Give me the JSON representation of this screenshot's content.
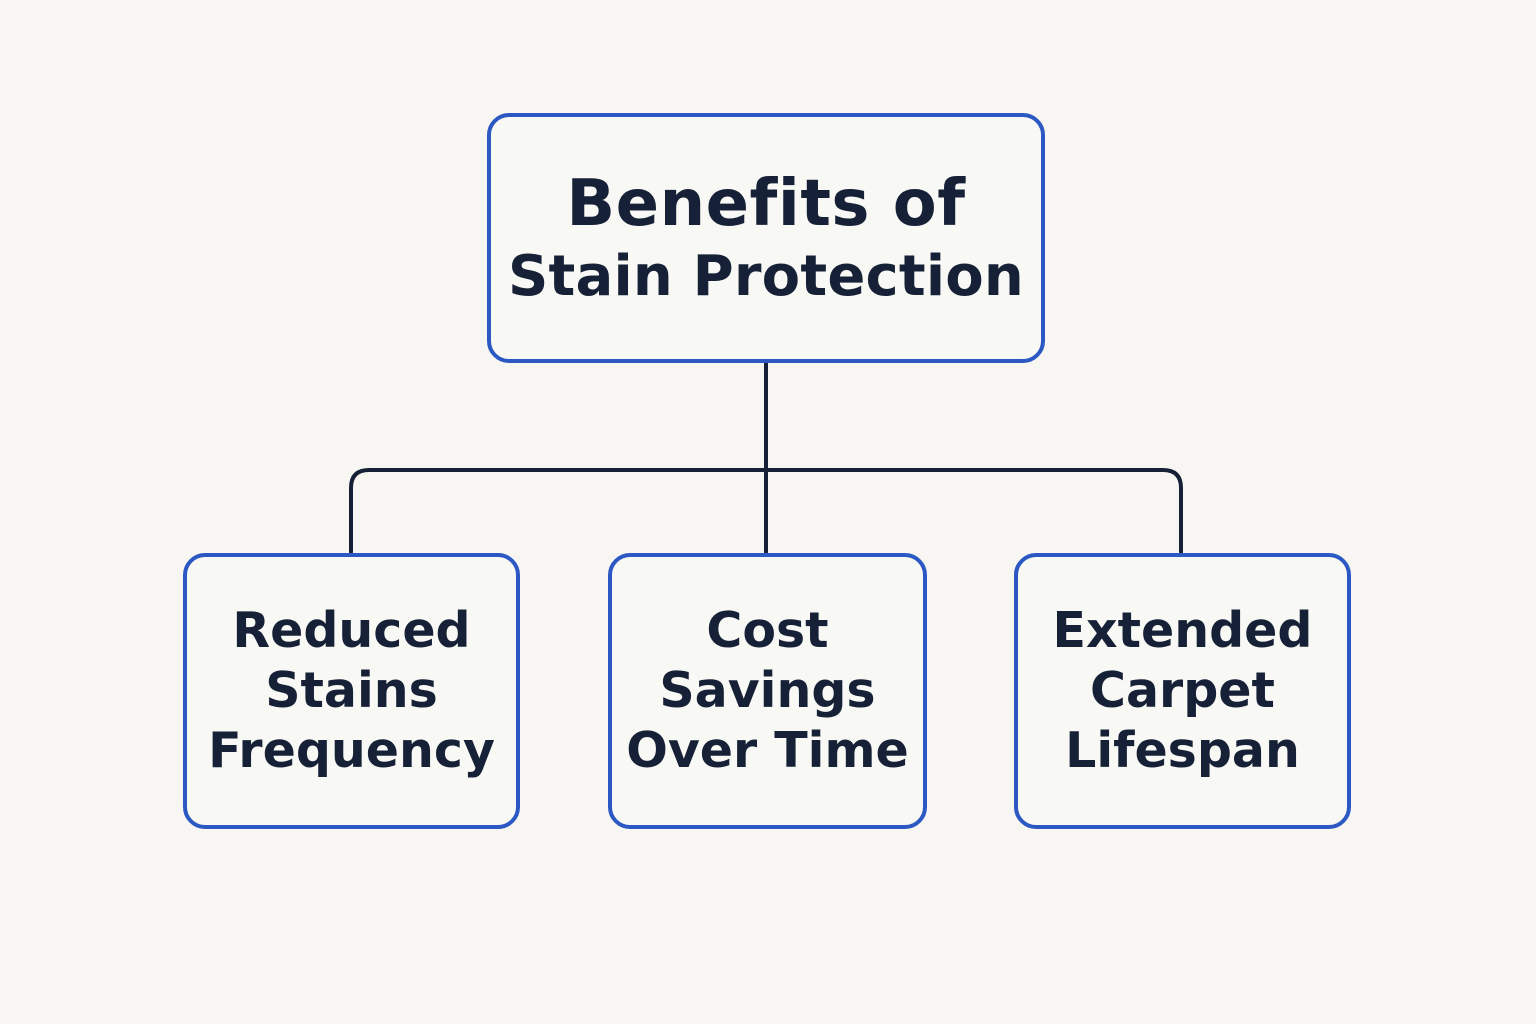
{
  "diagram": {
    "root": {
      "lines": [
        "Benefits of",
        "Stain Protection"
      ]
    },
    "children": [
      {
        "lines": [
          "Reduced",
          "Stains",
          "Frequency"
        ]
      },
      {
        "lines": [
          "Cost",
          "Savings",
          "Over Time"
        ]
      },
      {
        "lines": [
          "Extended",
          "Carpet",
          "Lifespan"
        ]
      }
    ]
  },
  "colors": {
    "background": "#f7f6f2",
    "box_border": "#2b58c2",
    "connector": "#162036",
    "text": "#162036"
  }
}
